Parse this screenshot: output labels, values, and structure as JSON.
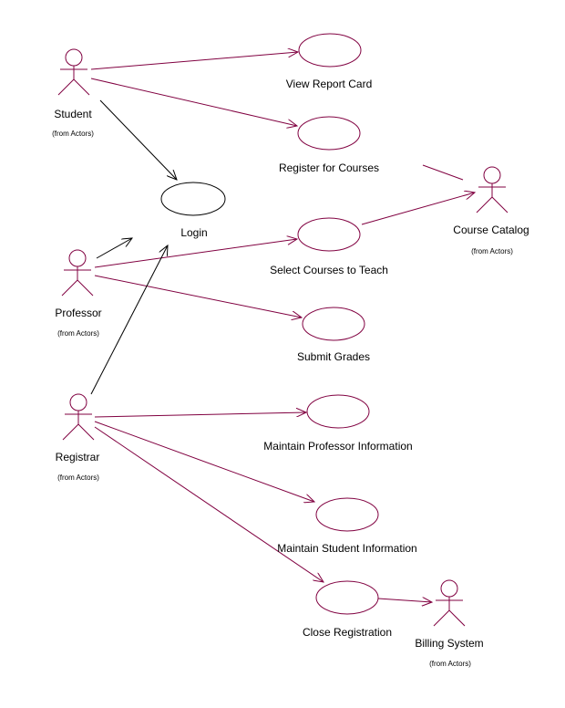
{
  "colors": {
    "maroon": "#800040",
    "black": "#000000"
  },
  "actors": {
    "student": {
      "name": "Student",
      "sub": "(from Actors)"
    },
    "professor": {
      "name": "Professor",
      "sub": "(from Actors)"
    },
    "registrar": {
      "name": "Registrar",
      "sub": "(from Actors)"
    },
    "catalog": {
      "name": "Course Catalog",
      "sub": "(from Actors)"
    },
    "billing": {
      "name": "Billing System",
      "sub": "(from Actors)"
    }
  },
  "usecases": {
    "view_report_card": "View Report Card",
    "register_for_courses": "Register for Courses",
    "login": "Login",
    "select_courses": "Select Courses to Teach",
    "submit_grades": "Submit Grades",
    "maintain_professor": "Maintain Professor Information",
    "maintain_student": "Maintain Student Information",
    "close_registration": "Close Registration"
  }
}
